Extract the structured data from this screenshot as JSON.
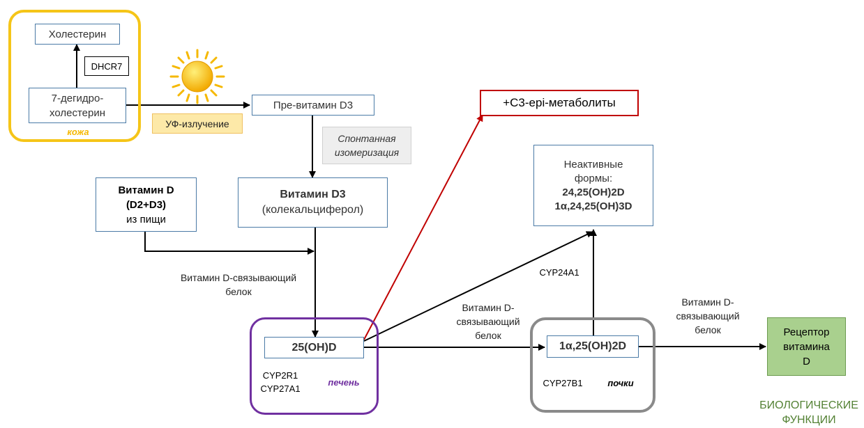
{
  "nodes": {
    "cholesterol": "Холестерин",
    "dhcr7": "DHCR7",
    "dehydro_line1": "7-дегидро-",
    "dehydro_line2": "холестерин",
    "skin": "кожа",
    "uv": "УФ-излучение",
    "previtamin": "Пре-витамин  D3",
    "isomer_line1": "Спонтанная",
    "isomer_line2": "изомеризация",
    "vitd3_line1": "Витамин D3",
    "vitd3_line2": "(колекальциферол)",
    "food_line1": "Витамин D",
    "food_line2": "(D2+D3)",
    "food_line3": "из пищи",
    "dbp1_line1": "Витамин D-связывающий",
    "dbp1_line2": "белок",
    "c3epi": "+C3-epi-метаболиты",
    "calcidiol": "25(OH)D",
    "cyp2r1": "CYP2R1",
    "cyp27a1": "CYP27A1",
    "liver": "печень",
    "inactive_line1": "Неактивные",
    "inactive_line2": "формы:",
    "inactive_line3": "24,25(OH)2D",
    "inactive_line4": "1α,24,25(OH)3D",
    "cyp24a1": "CYP24A1",
    "dbp2_line1": "Витамин D-",
    "dbp2_line2": "связывающий",
    "dbp2_line3": "белок",
    "calcitriol": "1α,25(OH)2D",
    "cyp27b1": "CYP27B1",
    "kidney": "почки",
    "dbp3_line1": "Витамин D-",
    "dbp3_line2": "связывающий",
    "dbp3_line3": "белок",
    "receptor_line1": "Рецептор",
    "receptor_line2": "витамина",
    "receptor_line3": "D",
    "bio_line1": "БИОЛОГИЧЕСКИЕ",
    "bio_line2": "ФУНКЦИИ"
  },
  "colors": {
    "skin": "#f5c518",
    "liver": "#7030a0",
    "kidney": "#808080",
    "red_arrow": "#c00000",
    "node_border": "#4a7aa6",
    "uv_fill": "#fde9a8",
    "isomer_fill": "#eeeeee",
    "receptor_fill": "#a9d08e",
    "bio_text": "#548235",
    "sun": "#f5b800"
  }
}
